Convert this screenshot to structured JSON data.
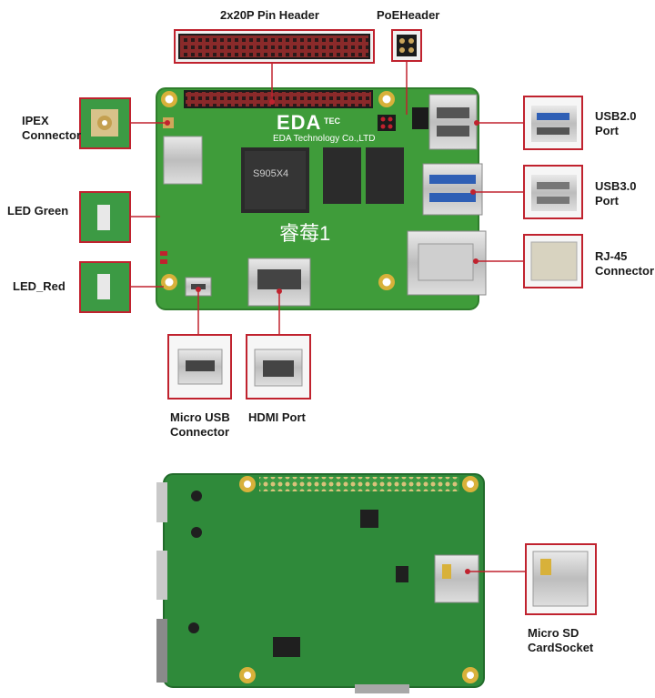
{
  "labels": {
    "pin_header": "2x20P Pin Header",
    "poe_header": "PoEHeader",
    "ipex": "IPEX\nConnector",
    "led_green": "LED Green",
    "led_red": "LED_Red",
    "usb2": "USB2.0\nPort",
    "usb3": "USB3.0\nPort",
    "rj45": "RJ-45\nConnector",
    "micro_usb": "Micro USB\nConnector",
    "hdmi": "HDMI Port",
    "micro_sd": "Micro SD\nCardSocket"
  },
  "board": {
    "logo": "EDA",
    "logo_small": "TEC",
    "company": "EDA Technology Co.,LTD",
    "product_name": "睿莓1",
    "chip_text": "S905X4"
  },
  "colors": {
    "callout": "#c0222e",
    "pcb": "#3f9c3a",
    "pcb_back": "#2f8a3a",
    "gold": "#d8b13a"
  }
}
